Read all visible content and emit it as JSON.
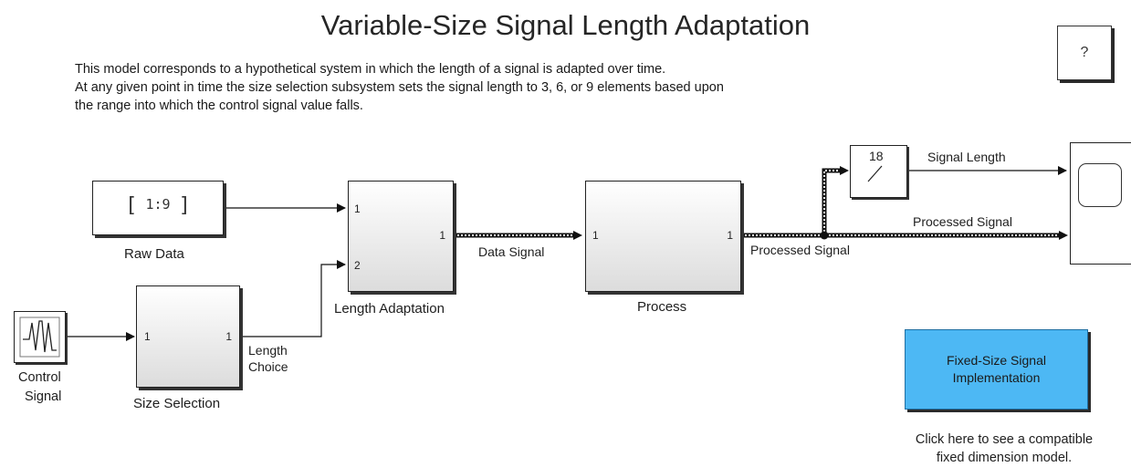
{
  "title": "Variable-Size Signal Length Adaptation",
  "description": [
    "This model corresponds to a  hypothetical system in which the length of a signal is adapted over time.",
    "At any given  point in time the size selection subsystem sets the signal length to 3, 6, or 9  elements based upon",
    "the range into which the control signal value falls."
  ],
  "help_button": "?",
  "blocks": {
    "raw_data": {
      "label": "Raw Data",
      "value": "1:9"
    },
    "control_signal": {
      "label_line1": "Control",
      "label_line2": "Signal"
    },
    "size_selection": {
      "label": "Size Selection",
      "in_port": "1",
      "out_port": "1"
    },
    "length_adaptation": {
      "label": "Length Adaptation",
      "in_port1": "1",
      "in_port2": "2",
      "out_port": "1"
    },
    "process": {
      "label": "Process",
      "in_port": "1",
      "out_port": "1"
    },
    "width_block": {
      "value": "18"
    }
  },
  "signals": {
    "length_choice_line1": "Length",
    "length_choice_line2": "Choice",
    "data_signal": "Data Signal",
    "processed_signal_main": "Processed Signal",
    "processed_signal_scope": "Processed Signal",
    "signal_length": "Signal Length"
  },
  "fixed_size_button": {
    "line1": "Fixed-Size Signal",
    "line2": "Implementation"
  },
  "fixed_size_note": {
    "line1": "Click here to see a compatible",
    "line2": "fixed dimension model."
  },
  "colors": {
    "fixed_button": "#4db8f4",
    "background": "#ffffff",
    "wire": "#111111"
  }
}
